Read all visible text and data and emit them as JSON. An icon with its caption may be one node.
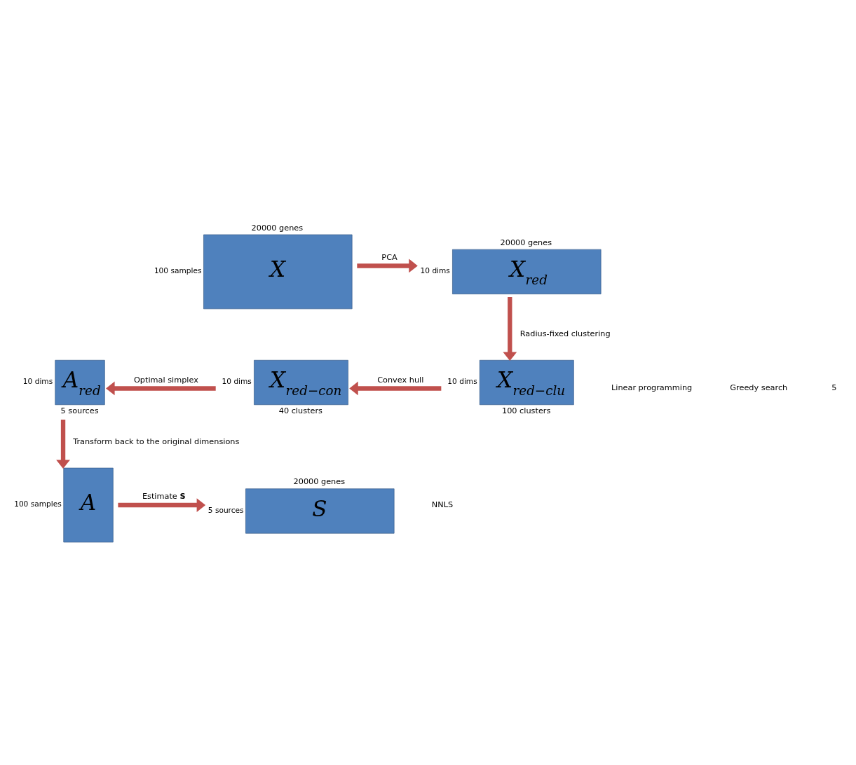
{
  "diagram": {
    "nodes": [
      {
        "text": [
          "X"
        ],
        "beside": [
          "20000 genes",
          "100 samples"
        ]
      },
      {
        "text": [
          "X$_{red}$"
        ],
        "beside": [
          "20000 genes",
          "10 dims"
        ]
      },
      {
        "text": [
          "X$_{red−clu}$"
        ],
        "beside": [
          "10 dims",
          "100 clusters"
        ]
      },
      {
        "text": [
          "X$_{red−con}$"
        ],
        "beside": [
          "10 dims",
          "40 clusters"
        ]
      },
      {
        "text": [
          "A$_{red}$"
        ],
        "beside": [
          "10 dims",
          "5 sources"
        ]
      },
      {
        "text": [
          "A"
        ],
        "beside": [
          "100 samples"
        ]
      },
      {
        "text": [
          "S"
        ],
        "beside": [
          "20000 genes",
          "5 sources"
        ]
      }
    ],
    "edges": [
      {
        "from": 0,
        "to": 1,
        "arrow": "to",
        "label": "PCA"
      },
      {
        "from": 1,
        "to": 2,
        "arrow": "to",
        "label": "Radius-fixed clustering"
      },
      {
        "from": 2,
        "to": 3,
        "arrow": "to",
        "label": "Convex hull"
      },
      {
        "from": 3,
        "to": 4,
        "arrow": "to",
        "label": "Optimal simplex"
      },
      {
        "from": 4,
        "to": 5,
        "arrow": "to",
        "label": "Transform back to the original dimensions"
      },
      {
        "from": 5,
        "to": 6,
        "arrow": "to",
        "label": "Estimate **S**"
      }
    ],
    "labels": [
      "Linear programming",
      "Greedy search",
      "5",
      "NNLS"
    ]
  }
}
